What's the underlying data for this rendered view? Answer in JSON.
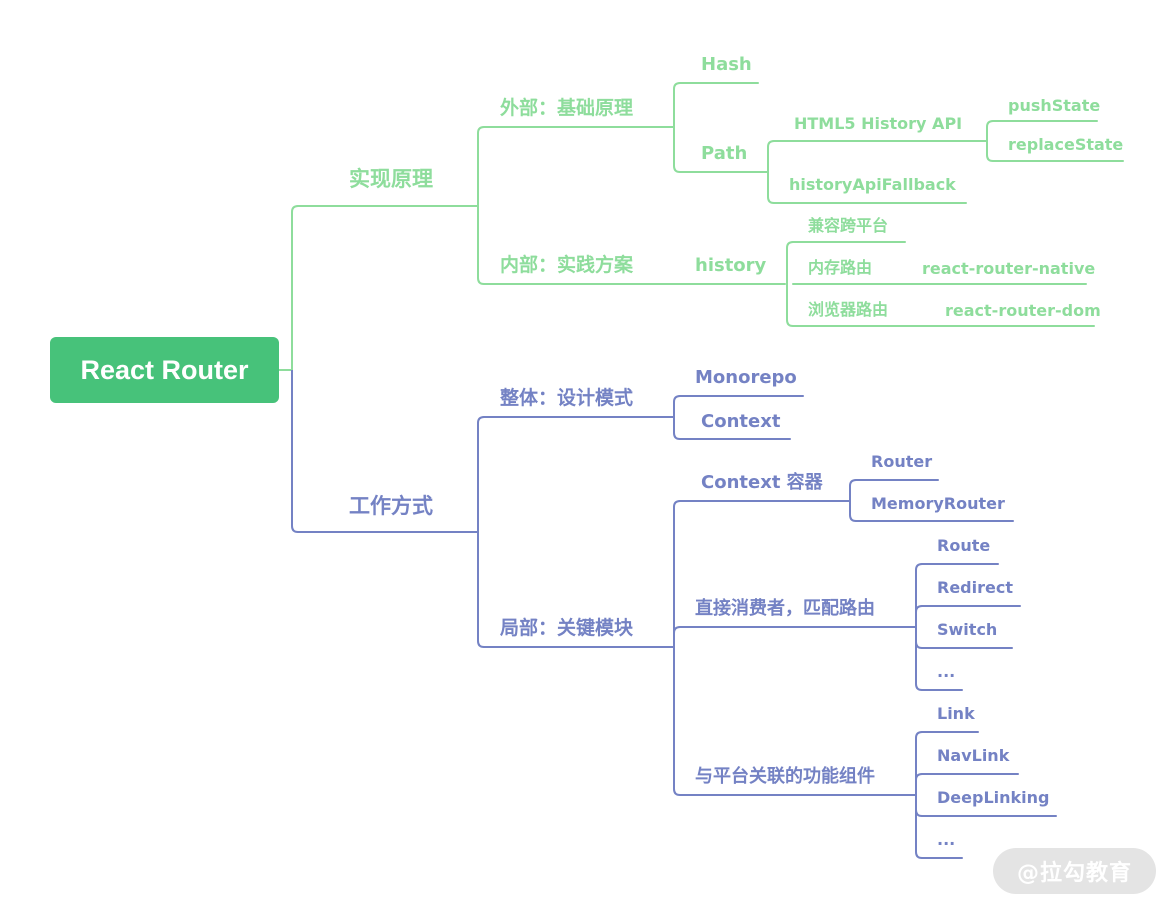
{
  "colors": {
    "root_fill": "#47c27a",
    "root_text": "#ffffff",
    "green_branch": "#8edd9c",
    "blue_branch": "#7482c4",
    "watermark_fill": "#e4e4e4"
  },
  "root": "React Router",
  "branches": {
    "impl": {
      "label": "实现原理",
      "external": {
        "label": "外部：基础原理",
        "hash": "Hash",
        "path": {
          "label": "Path",
          "history_api": {
            "label": "HTML5 History API",
            "push_state": "pushState",
            "replace_state": "replaceState"
          },
          "fallback": "historyApiFallback"
        }
      },
      "internal": {
        "label": "内部：实践方案",
        "history": {
          "label": "history",
          "cross_platform": "兼容跨平台",
          "memory": {
            "label": "内存路由",
            "impl": "react-router-native"
          },
          "browser": {
            "label": "浏览器路由",
            "impl": "react-router-dom"
          }
        }
      }
    },
    "work": {
      "label": "工作方式",
      "whole": {
        "label": "整体：设计模式",
        "monorepo": "Monorepo",
        "context": "Context"
      },
      "local": {
        "label": "局部：关键模块",
        "container": {
          "label": "Context 容器",
          "items": [
            "Router",
            "MemoryRouter"
          ]
        },
        "consumers": {
          "label": "直接消费者，匹配路由",
          "items": [
            "Route",
            "Redirect",
            "Switch",
            "..."
          ]
        },
        "platform": {
          "label": "与平台关联的功能组件",
          "items": [
            "Link",
            "NavLink",
            "DeepLinking",
            "..."
          ]
        }
      }
    }
  },
  "watermark": "@拉勾教育"
}
